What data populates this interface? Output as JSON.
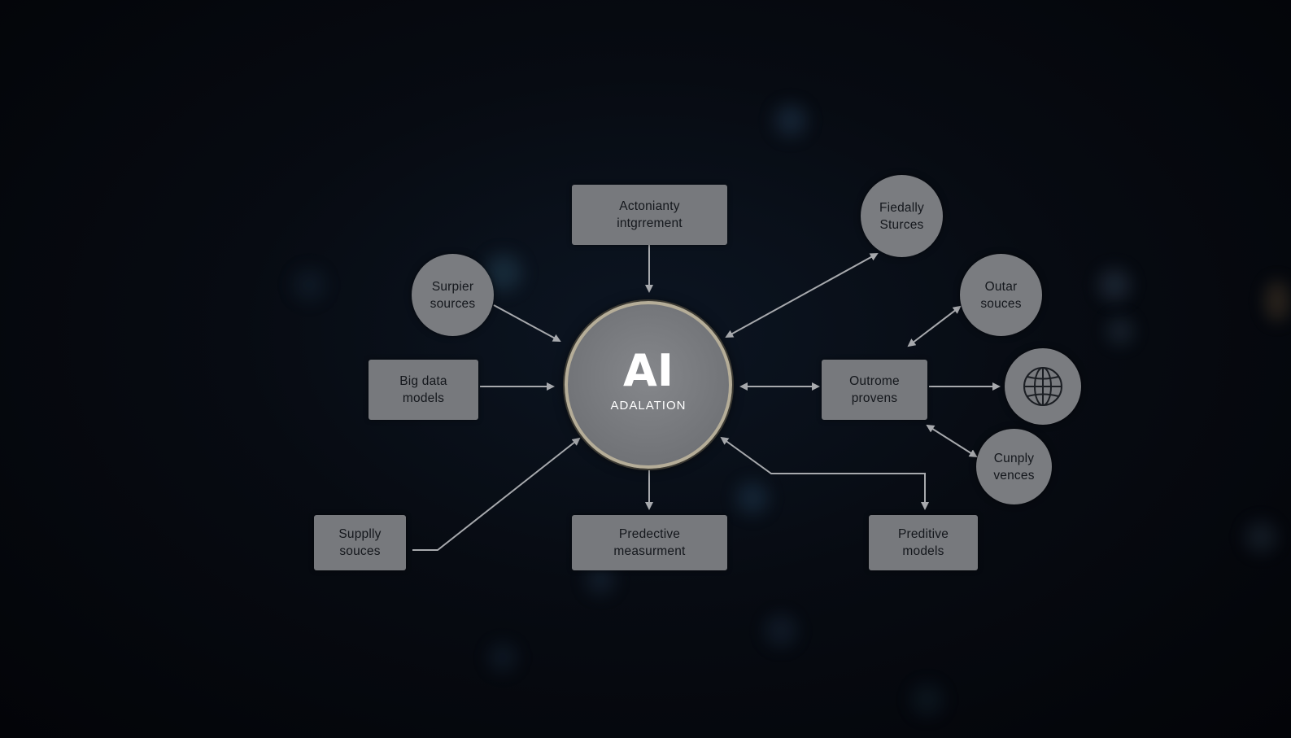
{
  "diagram": {
    "hub": {
      "title": "AI",
      "subtitle": "ADALATION"
    },
    "nodes": {
      "autonomy": "Actonianty\nintgrrement",
      "surpier": "Surpier\nsources",
      "bigdata": "Big data\nmodels",
      "supply": "Supplly\nsouces",
      "predective": "Predective\nmeasurment",
      "fiedally": "Fiedally\nSturces",
      "outar": "Outar\nsouces",
      "outcome": "Outrome\nprovens",
      "cunply": "Cunply\nvences",
      "preditive": "Preditive\nmodels"
    },
    "icons": {
      "globe": "globe-icon"
    },
    "colors": {
      "node_fill": "#77797d",
      "hub_ring": "#b5ad98",
      "connector": "#a7a9ad",
      "background": "#05070c"
    }
  }
}
